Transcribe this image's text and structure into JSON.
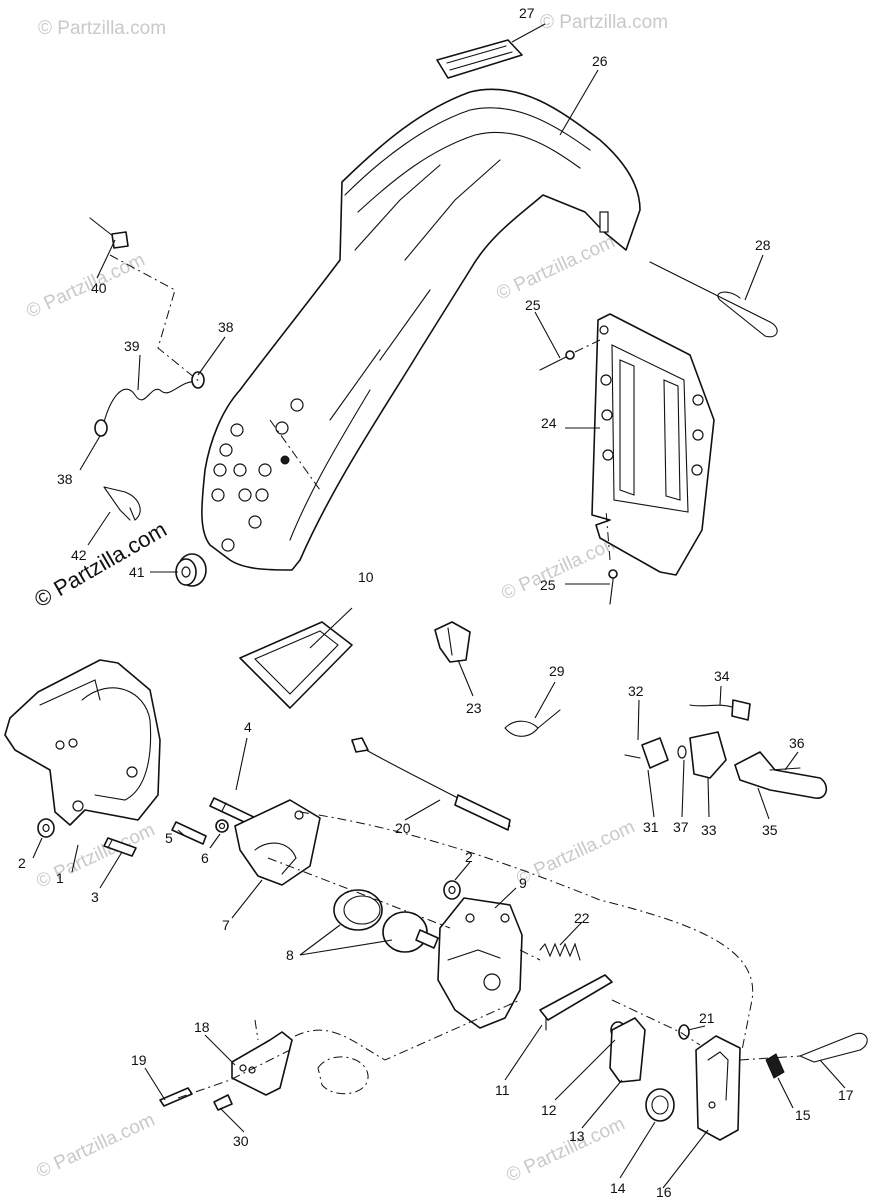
{
  "watermark": {
    "brand_text": "© Partzilla.com",
    "faint_text": "© Partzilla.com"
  },
  "callouts": {
    "p1": "1",
    "p2a": "2",
    "p2b": "2",
    "p3": "3",
    "p4": "4",
    "p5": "5",
    "p6": "6",
    "p7": "7",
    "p8": "8",
    "p9": "9",
    "p10": "10",
    "p11": "11",
    "p12": "12",
    "p13": "13",
    "p14": "14",
    "p15": "15",
    "p16": "16",
    "p17": "17",
    "p18": "18",
    "p19": "19",
    "p20": "20",
    "p21": "21",
    "p22": "22",
    "p23": "23",
    "p24": "24",
    "p25a": "25",
    "p25b": "25",
    "p26": "26",
    "p27": "27",
    "p28": "28",
    "p29": "29",
    "p30": "30",
    "p31": "31",
    "p32": "32",
    "p33": "33",
    "p34": "34",
    "p35": "35",
    "p36": "36",
    "p37": "37",
    "p38a": "38",
    "p38b": "38",
    "p39": "39",
    "p40": "40",
    "p41": "41",
    "p42": "42"
  }
}
